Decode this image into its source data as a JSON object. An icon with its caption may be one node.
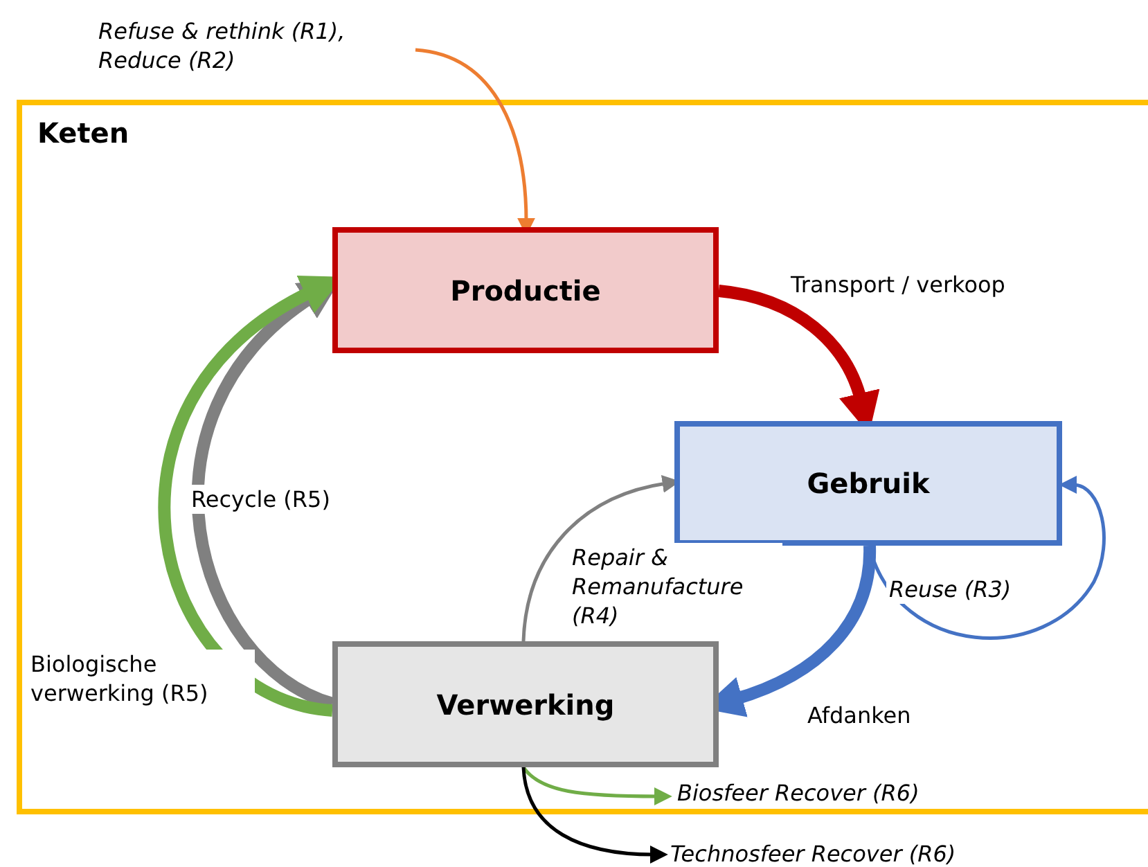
{
  "diagram": {
    "nodes": [
      {
        "text": [
          "Keten"
        ]
      },
      {
        "text": [
          "Refuse & rethink (R1), Reduce (R2)"
        ]
      },
      {
        "text": [
          "Productie"
        ],
        "in": 0
      },
      {
        "text": [
          "Gebruik"
        ],
        "in": 0
      },
      {
        "text": [
          "Verwerking"
        ],
        "in": 0
      },
      {
        "text": [
          "Biosfeer Recover (R6)"
        ],
        "in": 0
      },
      {
        "text": [
          "Technosfeer Recover (R6)"
        ]
      }
    ],
    "edges": [
      {
        "from": 1,
        "to": 2,
        "arrow": "to",
        "color": "#ed7d31"
      },
      {
        "from": 2,
        "to": 3,
        "arrow": "to",
        "label": "Transport / verkoop",
        "style": "thick",
        "color": "#c00000"
      },
      {
        "from": 3,
        "to": 4,
        "arrow": "to",
        "label": "Afdanken",
        "style": "thick",
        "color": "#4472c4"
      },
      {
        "from": 3,
        "to": 3,
        "arrow": "to",
        "label": "Reuse (R3)",
        "color": "#4472c4"
      },
      {
        "from": 4,
        "to": 3,
        "arrow": "to",
        "label": "Repair & Remanufacture (R4)",
        "color": "#808080"
      },
      {
        "from": 4,
        "to": 2,
        "arrow": "to",
        "label": "Recycle (R5)",
        "style": "thick",
        "color": "#808080"
      },
      {
        "from": 4,
        "to": 2,
        "arrow": "to",
        "label": "Biologische verwerking (R5)",
        "style": "thick",
        "color": "#70ad47"
      },
      {
        "from": 4,
        "to": 5,
        "arrow": "to",
        "color": "#70ad47"
      },
      {
        "from": 4,
        "to": 6,
        "arrow": "to",
        "color": "#000000"
      }
    ]
  }
}
